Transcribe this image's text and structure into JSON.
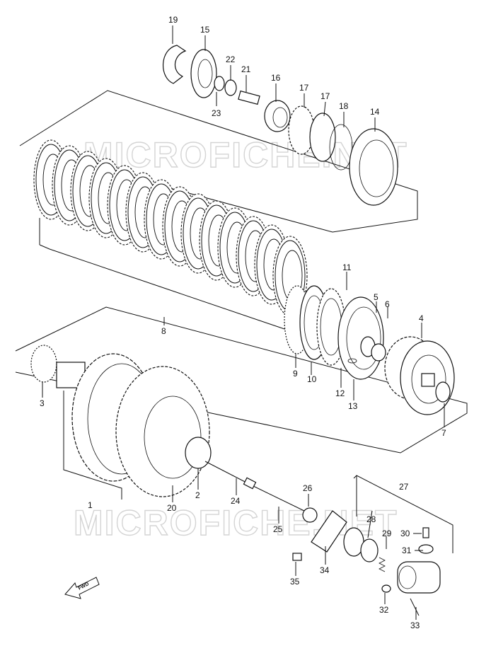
{
  "watermark": "MICROFICHE.NET",
  "fwd_label": "FWD",
  "callouts": [
    {
      "id": "19",
      "text": "19"
    },
    {
      "id": "15",
      "text": "15"
    },
    {
      "id": "22",
      "text": "22"
    },
    {
      "id": "21",
      "text": "21"
    },
    {
      "id": "16",
      "text": "16"
    },
    {
      "id": "17a",
      "text": "17"
    },
    {
      "id": "17b",
      "text": "17"
    },
    {
      "id": "18",
      "text": "18"
    },
    {
      "id": "14",
      "text": "14"
    },
    {
      "id": "23",
      "text": "23"
    },
    {
      "id": "11",
      "text": "11"
    },
    {
      "id": "5",
      "text": "5"
    },
    {
      "id": "6",
      "text": "6"
    },
    {
      "id": "4",
      "text": "4"
    },
    {
      "id": "8",
      "text": "8"
    },
    {
      "id": "9",
      "text": "9"
    },
    {
      "id": "10",
      "text": "10"
    },
    {
      "id": "12",
      "text": "12"
    },
    {
      "id": "13",
      "text": "13"
    },
    {
      "id": "3",
      "text": "3"
    },
    {
      "id": "7",
      "text": "7"
    },
    {
      "id": "2",
      "text": "2"
    },
    {
      "id": "1",
      "text": "1"
    },
    {
      "id": "20",
      "text": "20"
    },
    {
      "id": "24",
      "text": "24"
    },
    {
      "id": "26",
      "text": "26"
    },
    {
      "id": "27",
      "text": "27"
    },
    {
      "id": "25",
      "text": "25"
    },
    {
      "id": "28",
      "text": "28"
    },
    {
      "id": "29",
      "text": "29"
    },
    {
      "id": "30",
      "text": "30"
    },
    {
      "id": "31",
      "text": "31"
    },
    {
      "id": "34",
      "text": "34"
    },
    {
      "id": "35",
      "text": "35"
    },
    {
      "id": "32",
      "text": "32"
    },
    {
      "id": "33",
      "text": "33"
    }
  ]
}
